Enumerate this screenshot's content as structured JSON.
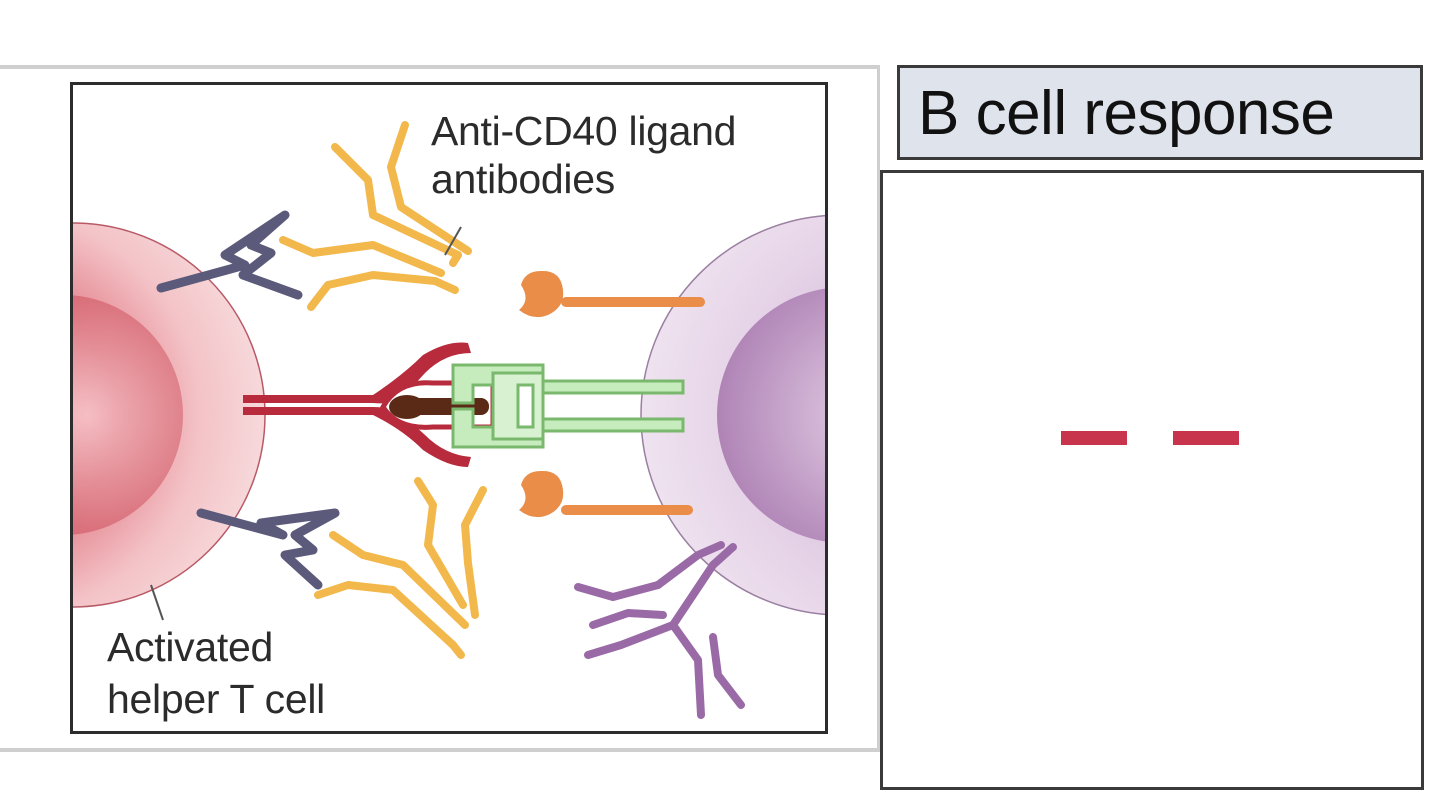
{
  "diagram": {
    "label_antibodies": [
      "Anti-CD40 ligand",
      "antibodies"
    ],
    "label_t_cell": [
      "Activated",
      "helper T cell"
    ]
  },
  "response_panel": {
    "header": "B cell response",
    "result_symbol": "– –"
  },
  "colors": {
    "t_cell": "#e07a86",
    "b_cell": "#c9a6cc",
    "antibody": "#f2b84b",
    "cd40_ligand": "#b72b3c",
    "cd40": "#a8dba0",
    "b7": "#e98d48",
    "cd28": "#5b5a7a",
    "b_cell_antibody": "#9a6aa6",
    "result_dash": "#c8344b"
  }
}
